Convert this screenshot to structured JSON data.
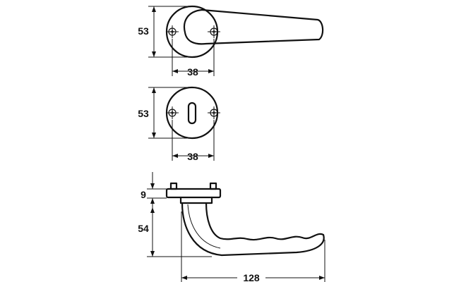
{
  "dimensions": {
    "top_view": {
      "height": "53",
      "width": "38"
    },
    "escutcheon_view": {
      "height": "53",
      "width": "38"
    },
    "side_view": {
      "rose_height": "9",
      "lever_drop": "54",
      "lever_length": "128"
    }
  },
  "colors": {
    "line": "#111111",
    "background": "#ffffff"
  },
  "icons": [
    "screw-cross-icon",
    "keyhole-icon"
  ]
}
